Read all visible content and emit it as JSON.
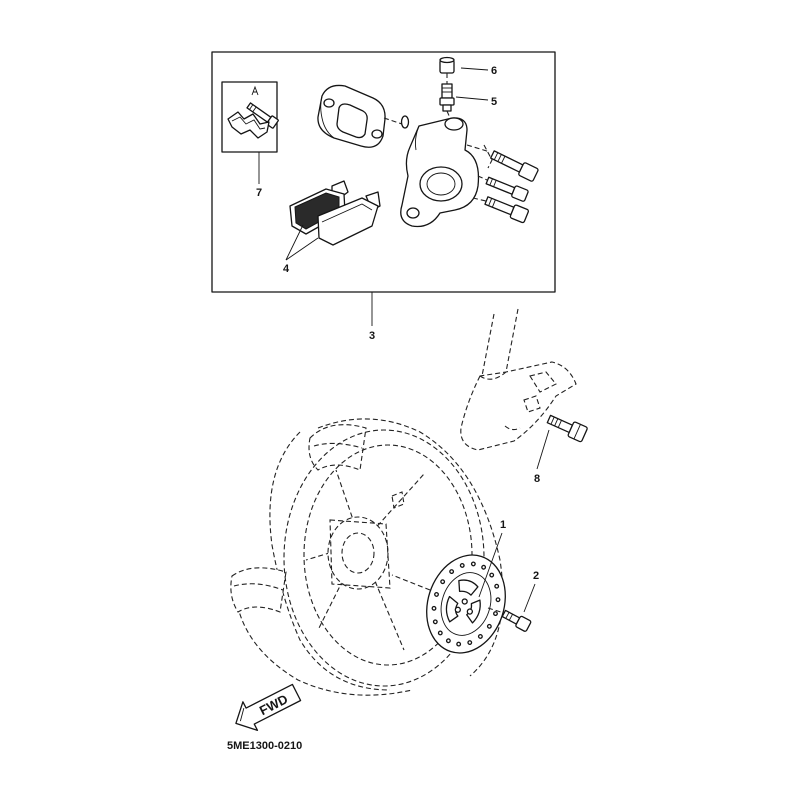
{
  "callouts": [
    "1",
    "2",
    "3",
    "4",
    "5",
    "6",
    "7",
    "8"
  ],
  "fwd_label": "FWD",
  "diagram_code": "5ME1300-0210"
}
